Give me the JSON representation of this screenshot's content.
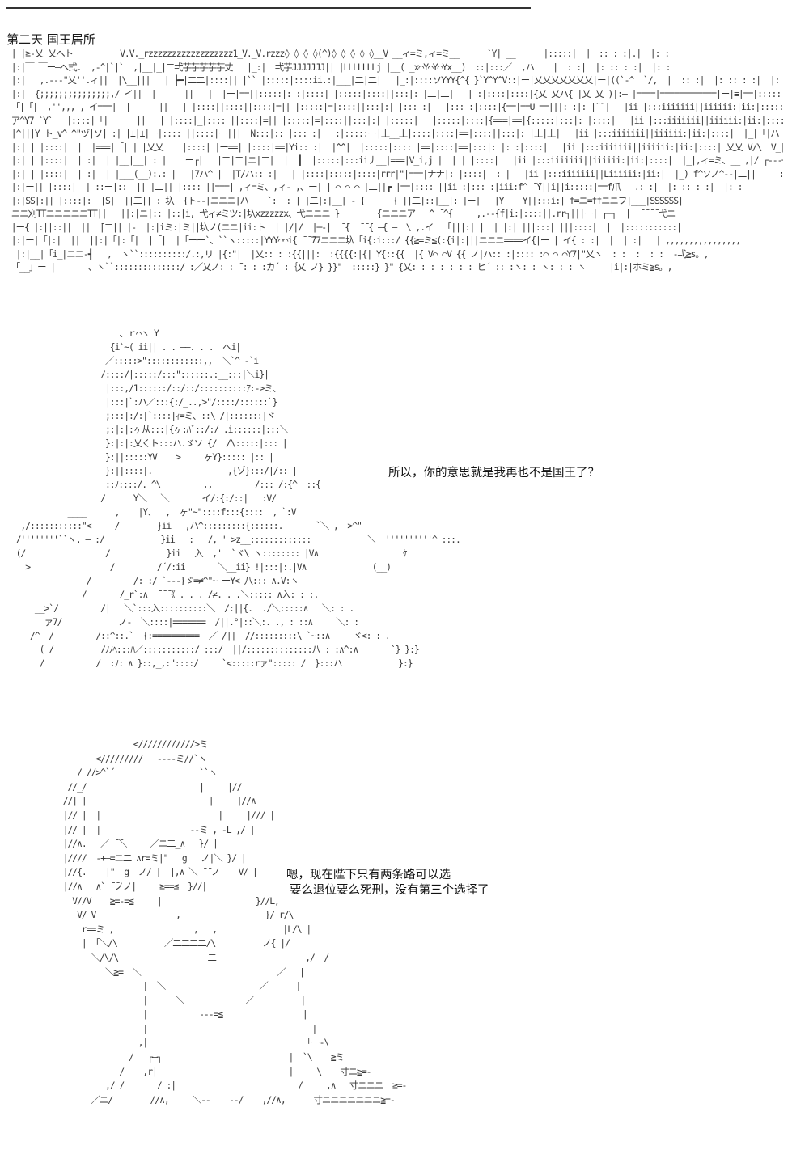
{
  "scene": {
    "title": "第二天 国王居所"
  },
  "art": {
    "castle": " | |≧-乂 乂へト          V.V._rzzzzzzzzzzzzzzzzzz1_V._V.rzzz◊ ◊ ◊ ◊(^)◊ ◊ ◊ ◊ ◊__V __ィ=ミ,ィ=ミ__      `Y| __      |:::::|  |￣:: : :|.|  |: :\n |:|￣ ￣ー―へ弍.  ,‐^|`|`  ,|__|_|二弌芋芋芋芋芋丈   |_:|  弌芋JJJJJJJ|| |LLLLLLLj |__( _x⌒Y⌒Y⌒Yx__)  ::|:::／  ,ハ    |  : :|  |: :: : :|  |: :\n |:|   ,.--‐\"乂''.ィ||  |\\__|||   | ┣━|二二|::::|| |`` |:::::|::::ii.:|___|二|二|   |_:|::::ソYYY{^{ }`Y^Y^V::|ー|乂乂乂乂乂乂乂|ー|((`‐^  `/,  |  :: :|  |: :: : :|  |: :\n |:|  {;;;;;;;;;;;;;;;,/ イ||  |      ||   |  |ー|==||:::::|: :|::::| |:::::|::::||:::|: |二|二|   |_:|::::|::::|{乂 乂ハ{ |乂 乂_)|:― |====|============|ー|≡|==|:::::ヽ  ∨/,  | |::: :|  |: :: : :|  |: :\n 「|「|_ ,'',,, , イ===|  |      ||   | |::::||::::||::::|=|| |:::::|=|::::||:::|:| |::: :|   |::: :|::::|{==|==U ==|||: :|: |¨¨|   |ii |:::iiiiiii||iiiiii:|ii:|:::::: |    `/,   | |:: :|  |: :: : :|  |: :\n ア^Y7 `Y`   |::::|「|      ||   | |::::|_|:::: ||::::|=|| |:::::|=|::::||:::|:| |:::::|   |:::::|::::|{===|==|{:::::|:::|: |::::|   |ii |:::iiiiiii||iiiiii:|ii:|::::| |:ﾒ/,   「|「|::: :|  |: :: : :|  |: :\n |^|||Y ト_v^ ^\"ヅ|ソ| :| |⊥|⊥|ー|:::: ||::::|ー|||  N:::|:: |::: :|   :|:::::ー|丄__丄|::::|::::|==|::::||:::|: |丄|丄|   |ii |:::iiiiiii||iiiiii:|ii:|::::|  |_|「|ハ   V乂ー|二||::: :|  |: :: : :|  |: :\n |:| | |::::|  |  |===|「| | |乂乂    |::::| |ー==| |::::|==|Yi:: :|  |^^|  |:::::|:::: |==|::::|==|:::|: |: :|::::|   |ii |:::iiiiiii||iiiiii:|ii:|::::| 乂乂 V/\\  V_|:‐|二||::: :|  |: :: : :|  |: :\n |:| | |::::|  | :|  | |__|__| : |    ー┌|   |二|二|ニ|二|  |  ┃  |:::::|:::ii丿__|===|V_i,j |  | | |::::|   |ii |:::iiiiiii||iiiiii:|ii:|::::|  |_|,ィ=ミ、__ ,|/ ┌--‐┐ N: :\n |:| | |::::|  | :|  | |___(__):.: |   |7ハ^ |  |T/ハ:: :|   | |::::|:::::|::::|rrr|\"|===|ナナ|: |::::|  : |   |ii |:::iiiiiii||Liiiiii:|ii:|  |_) f^ソノ^--|二||     : :\n |:|ー|| |::::|  | ::ー|::  || |二|| |:::: ||===| ,ィ=ミ、,ィ‐ ,、ー| | ⌒ ⌒ ⌒ |二||┏ |==|:::: ||ii :|::: :|iii:f^ ̄ ̄Y||i||i:::::|==f爪   .: :|  |: :: : :|  |: :\n |:|SS|:|| |::::|:  |S|  ||二|| :―圦  {ト--|ニニニ|ハ    `:  : |―|二|:|__|―‐―{      {―||二|::|__|: |ー|   |Y ̄ ̄ ̄ ̄Y||:::i:|―f=ニ=ffニニフ|___|SSSSSS|\n ニニ刈TTニニニニニTT||   ||:|ニ|:: |::|i, 弋ィ≠ミツ:|圦xzzzzzx、弋ニニニ }        {ニニニア   ^ ̄ ^{     ,.-‐{f|i:|::::||.rr┐|||ー| ┌─┐  |  ̄ ̄ ̄ ̄ 弋ニ\n |ー{ |:||::||  ||  ̄|二|| |‐  |:|iミ:|ミ||圦ノ(ニニ|ii:ト  | |/|/  |─‐|  ̄ ̄{  ̄ ̄ { ―{ ―  \\ ,.イ  「|||:| |  | |:| |||:::| |||::::|  |  |:::::::::::|\n |:|ー|「|:|  ||  ||:|「|:「|  |「|  |「ーー`、``ヽ:::::|YYY⌒⌒i{ ̄ ̄ ̄77ニニニ圦「i{:i:::/ {{≧=ミ≦(:{i|:|||ニニニ====イ{|ー | イ{ : :|  |  | :|   | ,,,,,,,,,,,,,,,,\n  |:|__|「i_|ニニ‐┫   ,  ヽ``::::::::::/.:,リ |{:\"|  |乂:: : :{{|||:  :{{{{:|{| Y{::{{  |{ V⌒ ⌒V {{ ノ|ハ:: :|:::: :⌒ ⌒ ⌒Y7|\"乂ヽ  : :  :  : :  ‐弌≧s。,\n 「__」ー |       、ヽ``::::::::::::::/ :／乂ノ: : ̄ : : :カ´ :｛乂 ノ} }}\"  :::::} }\" {乂: : : : : : : ヒ´ :: :ヽ: : ヽ: : : ヽ     |i|:|ホミ≧s。,",
    "king": "                        、ｒ⌒ヽ Y\n                      {i`~( ii|| . . ――. . .  へi|\n                     ／:::::>\"::::::::::::,,__＼`^ -`i\n                    /::::/|:::::/:::\"::::::.:__:::|＼i}|\n                     |:::,/1::::::/::/::/::::::::::ｱ:->ミ、\n                     |:::|`:ハ／:::{:/_..,>\"/::::/::::::`}\n                     ;:::|:/:|`::::|ｨ=ミ、::\\ /|:::::::|ヾ\n                     ;:|:|:ヶ从:::|{ヶ:ﾊﾞ::/:/ .i::::::|:::＼\n                     }:|:|:乂くト:::ハ.ゞソ {/  /\\:::::|::: |\n                     }:||:::::YV    >     ヶY}::::: |:: |  \n                     }:||::::|.                ,{ゾ}:::/|/:: |\n                     ::ﾉ::::/. ^\\         ,,         /::: /:{^  ::{\n                    /      Y＼   ＼       イ/:{:/::|   :V/\n             ____      ,    |Y、  ,  ヶ\"~\"::::f:::{::::  , `:V\n   ,/:::::::::::\"<_____/        }ii   ,ハ^:::::::::{::::::.       `＼ ,__>^\"___\n  /''''''''``ヽ. ― :/            }ii   :   /, ' >z__:::::::::::::            ＼  ''''''''''^ :::.\n  (/                 /            }ii   入  ,'  `ヾ\\ ヽ:::::::: |V∧                  ｹ\n    >                 /         /´/:ii       ＼__ii} !|:::|:.|V∧              (__)\n                 /         /: :/ `---}ゞ=≠^\"~ ̄ーY< 八::: ∧.V:ヽ\n                /       /_r`:∧  ̄ ̄ ̄《 . . . /≠. . .＼::::: ∧入: : :.\n      __>`/         /|   ＼`:::入::::::::::＼  /:||{.  ./＼:::::∧   ＼: : .\n        ァ7/            ノ-  ＼::::|=======  /||.°|::＼:. ., : ::∧     ＼: :\n     /^  /         /::^::.`  {:==========  ／ /||  //:::::::::\\ `~::∧     ヾ<: : .\n       ( /          /ﾉﾉﾍ:::ﾊ／:::::::::::/ :::/  ||/::::::::::::::八 : :∧^:∧       `} }:}\n       /           /  :ﾉ: ∧ }::,_,:\"::::/     `<:::::rァ\"::::: /  }:::ハ            }:}",
    "advisor": "                           <////////////>ミ\n                   </////////   ----ミ//`ヽ\n               / //>^`´                  ``ヽ\n             //_/                        |     |//\n            //| |                          |     |//∧\n            |// |  |                         |     |/// |\n            |// |  |                   --ミ , -L_,/ |\n            |//∧.   ／ ̄ ̄＼     ／ニ二_∧   }/ |\n            |////  -+―=ニ二 ∧r=ミ|\"   g   ノ|＼ }/ |\n            |//{.    |\"  g  ノ/ |  |,∧ ＼ ̄ ̄ ノ    V/ |\n            |//∧   ∧` ̄ ̄ノノ|     ≧==≦  }//|\n              V//V    ≧=-=≦     |                    }//L,\n               V/ V                 ,                  }/ r/\\\n                r==ミ ,                 ,   ,              |L/\\ |\n                | 「＼/\\          ／二二二二/\\          ノ{ |/\n                  ＼/\\/\\                   二                   ,/  /\n                     ＼≧=  ＼                             ／   |\n                             |  ＼                    ／      |\n                             |      ＼             ／          |\n                             |           ---=≦                 |\n                             |                                   |\n                            ,|                                 「ー‐\\\n                          /   ┌―┐                           |  `\\    ≧ミ\n                        /    ,r|                            |     \\    寸ニ≧=‐\n                     ,/ /       / :|                          /     ,∧   寸ニニニ  ≧=‐\n                  ／ニ/        //∧,     ＼--    --/    ,//∧,      寸ニニニニニニニ≧=‐"
  },
  "dialogue": {
    "king_line": "所以，你的意思就是我再也不是国王了？",
    "advisor_line_1": "嗯，现在陛下只有两条路可以选",
    "advisor_line_2": "要么退位要么死刑，没有第三个选择了"
  }
}
